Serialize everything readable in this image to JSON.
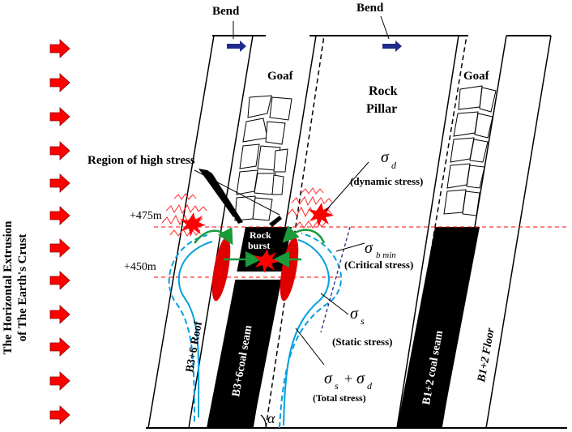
{
  "side_label": {
    "line1": "The Horizontal Extrusion",
    "line2": "of The Earth's Crust"
  },
  "labels": {
    "bend_left": "Bend",
    "bend_right": "Bend",
    "goaf_left": "Goaf",
    "goaf_right": "Goaf",
    "rock_pillar_1": "Rock",
    "rock_pillar_2": "Pillar",
    "high_stress": "Region of high stress",
    "level_475": "+475m",
    "level_450": "+450m",
    "rock_burst_1": "Rock",
    "rock_burst_2": "burst",
    "dynamic_symbol": "σ",
    "dynamic_sub": "d",
    "dynamic_desc": "(dynamic stress)",
    "critical_symbol": "σ",
    "critical_sub": "b min",
    "critical_desc": "(Critical stress)",
    "static_symbol": "σ",
    "static_sub": "s",
    "static_desc": "(Static stress)",
    "total_symbol_1": "σ",
    "total_sub_1": "s",
    "total_plus": "+",
    "total_symbol_2": "σ",
    "total_sub_2": "d",
    "total_desc": "(Total stress)",
    "roof": "B3+6 Roof",
    "coal_left": "B3+6coal seam",
    "coal_right": "B1+2 coal seam",
    "floor": "B1+2 Floor",
    "alpha": "α"
  },
  "colors": {
    "arrow_red": "#ff0000",
    "bend_arrow": "#1f2a8c",
    "stress_line_solid": "#00a0e0",
    "stress_line_dashed": "#00a0e0",
    "critical_line": "#1f2a8c",
    "level_line": "#ff0000",
    "green_arrow": "#1a9a3a",
    "coal": "#000000"
  }
}
